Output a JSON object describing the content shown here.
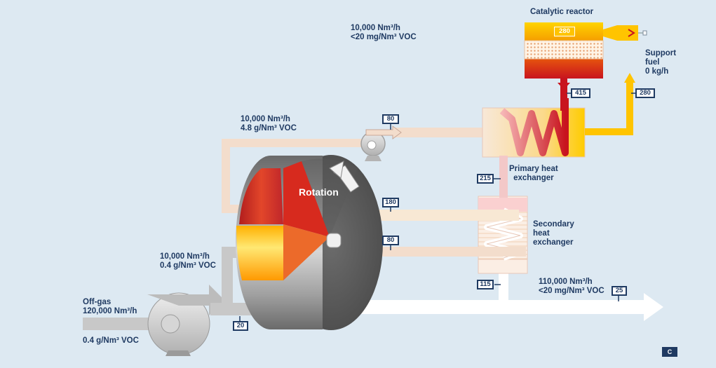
{
  "colors": {
    "background": "#dde9f2",
    "label_text": "#1f3a62",
    "tag_border": "#1f3a62",
    "pipe_cold": "#f3ddcc",
    "pipe_hot_out": "#ffc400",
    "pipe_hot_in": "#c8141e",
    "pipe_offgas": "#c8c8c8",
    "clean_gas": "#ffffff"
  },
  "labels": {
    "top_stream": {
      "line1": "10,000 Nm³/h",
      "line2": "<20 mg/Nm³ VOC"
    },
    "reactor_title": "Catalytic reactor",
    "support_fuel": {
      "line1": "Support",
      "line2": "fuel",
      "line3": "0 kg/h"
    },
    "desorption_stream": {
      "line1": "10,000 Nm³/h",
      "line2": "4.8 g/Nm³ VOC"
    },
    "primary_hx": {
      "line1": "Primary heat",
      "line2": "exchanger"
    },
    "secondary_hx": {
      "line1": "Secondary",
      "line2": "heat",
      "line3": "exchanger"
    },
    "rotation": "Rotation",
    "cooling_stream": {
      "line1": "10,000 Nm³/h",
      "line2": "0.4 g/Nm³ VOC"
    },
    "offgas": {
      "line1": "Off-gas",
      "line2": "120,000 Nm³/h",
      "line3": "0.4 g/Nm³ VOC"
    },
    "clean_stream": {
      "line1": "110,000 Nm³/h",
      "line2": "<20 mg/Nm³ VOC"
    }
  },
  "temperature_tags": {
    "reactor": "280",
    "reactor_inlet": "415",
    "reactor_outlet": "280",
    "fan_outlet": "80",
    "primary_hx_outlet": "215",
    "secondary_hx_outlet": "180",
    "cooling_air": "80",
    "clean_gas_outlet": "115",
    "clean_stream": "25",
    "offgas_inlet": "20"
  },
  "icons": [
    "fan-icon",
    "rotation-arrow-icon",
    "reactor-burner-icon",
    "company-logo"
  ],
  "logo_text": "C"
}
